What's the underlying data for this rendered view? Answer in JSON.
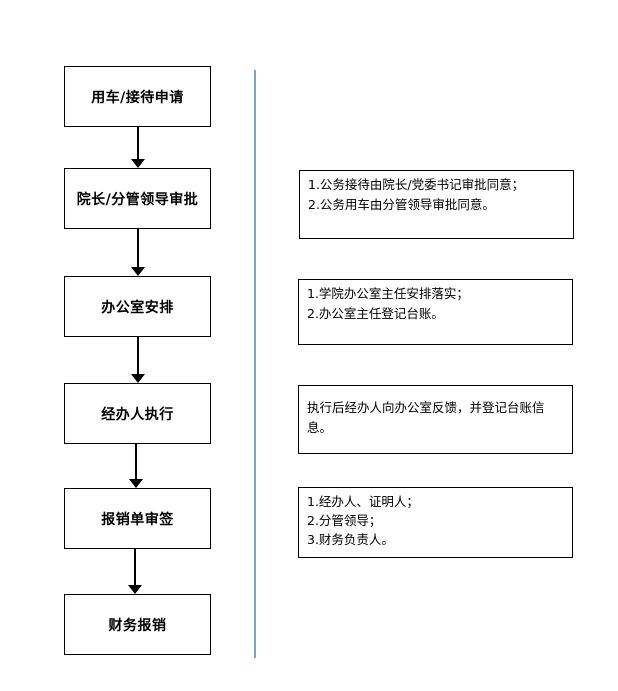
{
  "flow": {
    "steps": [
      "用车/接待申请",
      "院长/分管领导审批",
      "办公室安排",
      "经办人执行",
      "报销单审签",
      "财务报销"
    ]
  },
  "notes": {
    "approval": [
      "1.公务接待由院长/党委书记审批同意；",
      "2.公务用车由分管领导审批同意。"
    ],
    "arrange": [
      "1.学院办公室主任安排落实；",
      "2.办公室主任登记台账。"
    ],
    "execute": [
      "执行后经办人向办公室反馈，并登记台账信息。"
    ],
    "review": [
      "1.经办人、证明人；",
      "2.分管领导；",
      "3.财务负责人。"
    ]
  },
  "colors": {
    "divider": "#7fa2c8",
    "stroke": "#000000"
  }
}
